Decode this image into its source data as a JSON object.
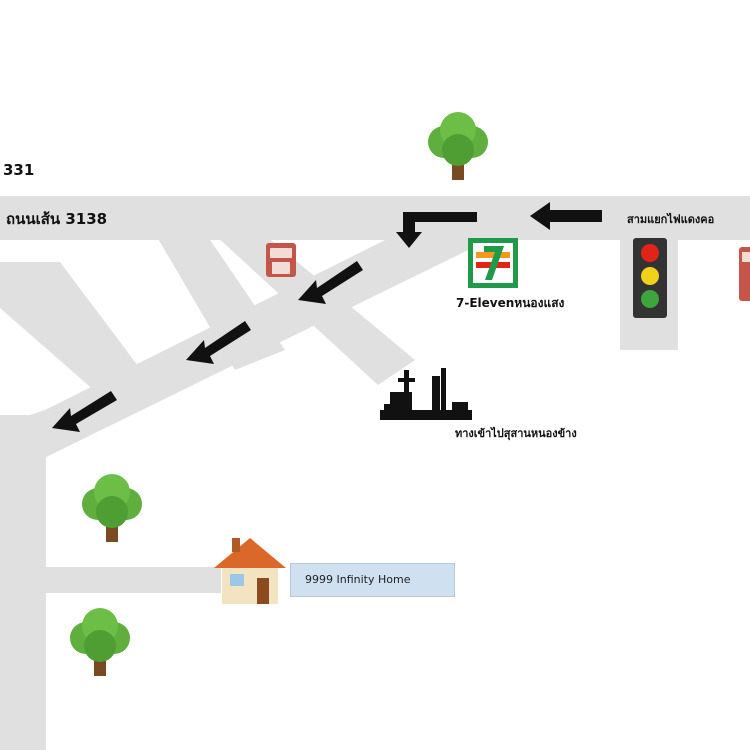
{
  "labels": {
    "road_top": "331",
    "road_main": "ถนนเส้น 3138",
    "traffic_light_label": "สามแยกไฟแดงคอ",
    "seven_eleven_label": "7-Elevenหนองแสง",
    "landmark_label": "ทางเข้าไปสุสานหนองข้าง",
    "home_label": "9999 Infinity Home"
  },
  "icons": {
    "seven_eleven": "seven-eleven-logo-icon",
    "traffic_light": "traffic-light-icon",
    "tree": "tree-icon",
    "house": "house-icon",
    "gas_station": "gas-station-icon",
    "arrow": "direction-arrow-icon",
    "landmark": "cemetery-landmark-icon"
  },
  "colors": {
    "road": "#e0e0e0",
    "arrow": "#111111",
    "seven_green": "#1e9a4a",
    "seven_red": "#e2231a",
    "seven_orange": "#f39a1e",
    "tree_green": "#5fae3e",
    "house_roof": "#d9682a",
    "home_box": "#cfe0f1"
  }
}
